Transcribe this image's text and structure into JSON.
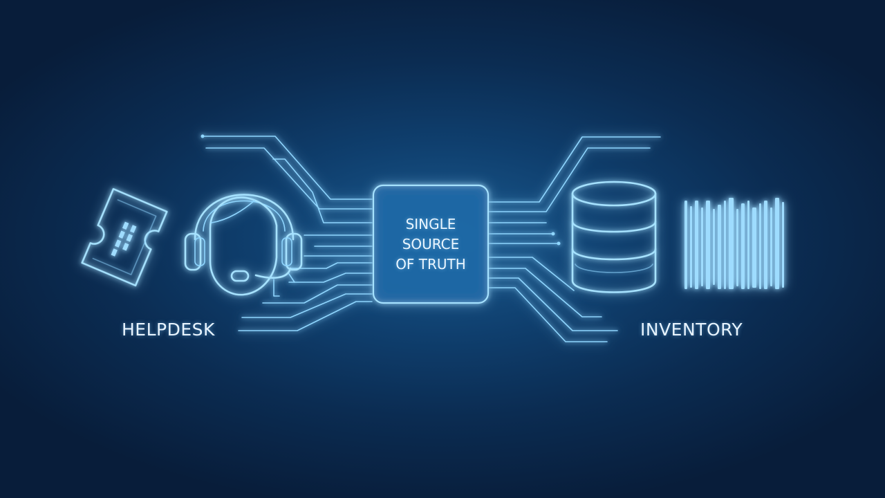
{
  "hub": {
    "lines": [
      "SINGLE",
      "SOURCE",
      "OF TRUTH"
    ]
  },
  "left": {
    "label": "HELPDESK",
    "icons": [
      "ticket-icon",
      "headset-agent-icon"
    ]
  },
  "right": {
    "label": "INVENTORY",
    "icons": [
      "database-icon",
      "barcode-icon"
    ]
  },
  "colors": {
    "background": "#0b2c52",
    "neon": "#8fd6ff",
    "text": "#e8f4ff"
  }
}
